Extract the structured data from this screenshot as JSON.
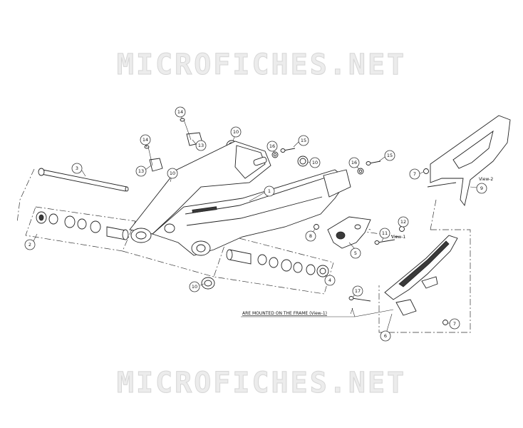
{
  "watermark": {
    "top": "MICROFICHES.NET",
    "bottom": "MICROFICHES.NET"
  },
  "callouts": [
    {
      "id": "c1",
      "label": "1"
    },
    {
      "id": "c2",
      "label": "2"
    },
    {
      "id": "c3",
      "label": "3"
    },
    {
      "id": "c4",
      "label": "4"
    },
    {
      "id": "c5",
      "label": "5"
    },
    {
      "id": "c6",
      "label": "6"
    },
    {
      "id": "c7a",
      "label": "7"
    },
    {
      "id": "c7b",
      "label": "7"
    },
    {
      "id": "c8",
      "label": "8"
    },
    {
      "id": "c9",
      "label": "9"
    },
    {
      "id": "c10a",
      "label": "10"
    },
    {
      "id": "c10b",
      "label": "10"
    },
    {
      "id": "c10c",
      "label": "10"
    },
    {
      "id": "c10d",
      "label": "10"
    },
    {
      "id": "c11",
      "label": "11"
    },
    {
      "id": "c12",
      "label": "12"
    },
    {
      "id": "c13a",
      "label": "13"
    },
    {
      "id": "c13b",
      "label": "13"
    },
    {
      "id": "c14a",
      "label": "14"
    },
    {
      "id": "c14b",
      "label": "14"
    },
    {
      "id": "c15a",
      "label": "15"
    },
    {
      "id": "c15b",
      "label": "15"
    },
    {
      "id": "c16a",
      "label": "16"
    },
    {
      "id": "c16b",
      "label": "16"
    },
    {
      "id": "c17",
      "label": "17"
    }
  ],
  "notes": {
    "view1": "View-1",
    "view2a": "View-2",
    "view2b": "View-2",
    "mounted": "ARE MOUNTED ON THE FRAME (View-1)"
  }
}
